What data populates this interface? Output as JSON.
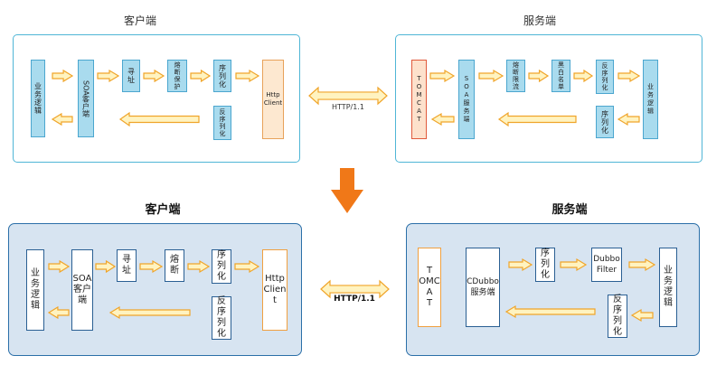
{
  "top": {
    "client_title": "客户端",
    "server_title": "服务端",
    "protocol": "HTTP/1.1",
    "client": {
      "biz": "业务\n逻辑",
      "soa": "SOA客户端",
      "addr": "寻\n址",
      "fuse": "熔\n断\n保\n护",
      "seq": "序\n列\n化",
      "deseq": "反\n序\n列\n化",
      "http": "Http\nClient"
    },
    "server": {
      "tomcat": "T\nO\nM\nC\nA\nT",
      "soa": "S\nO\nA\n服\n务\n端",
      "limit": "熔\n断\n限\n流",
      "bw": "黑\n白\n名\n单",
      "deseq": "反\n序\n列\n化",
      "seq": "序\n列\n化",
      "biz": "业\n务\n逻\n辑"
    }
  },
  "bottom": {
    "client_title": "客户端",
    "server_title": "服务端",
    "protocol": "HTTP/1.1",
    "client": {
      "biz": "业\n务\n逻\n辑",
      "soa": "SOA\n客户\n端",
      "addr": "寻\n址",
      "fuse": "熔\n断",
      "seq": "序\n列\n化",
      "deseq": "反\n序\n列\n化",
      "http": "Http\nClien\nt"
    },
    "server": {
      "tomcat": "T\nOMC\nA\nT",
      "cdubbo": "CDubbo\n服务端",
      "seq": "序\n列\n化",
      "filter": "Dubbo\nFilter",
      "biz": "业\n务\n逻\n辑",
      "deseq": "反\n序\n列\n化"
    }
  },
  "colors": {
    "arrow_fill": "#fff3c0",
    "arrow_stroke": "#f0a52a",
    "big_arrow": "#f07818",
    "top_panel_border": "#4fb6d6",
    "bottom_panel_fill": "#d7e4f1",
    "bottom_panel_border": "#2b6fa8"
  }
}
